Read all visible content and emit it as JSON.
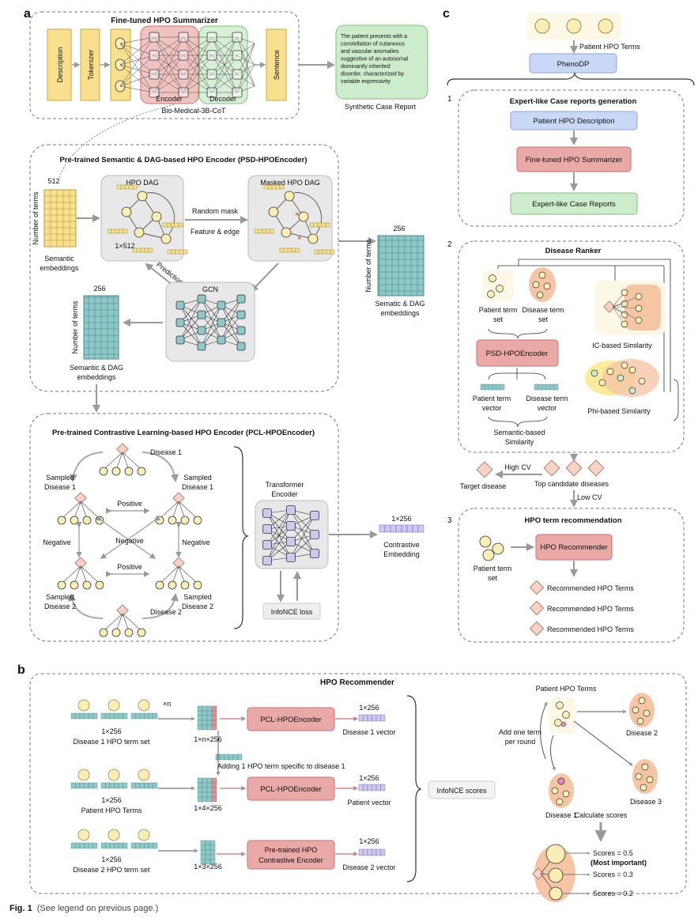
{
  "panels": {
    "a": "a",
    "b": "b",
    "c": "c"
  },
  "summarizer": {
    "title": "Fine-tuned HPO Summarizer",
    "description": "Description",
    "tokenizer": "Tokenizer",
    "encoder": "Encoder",
    "decoder": "Decoder",
    "sentence": "Sentence",
    "model": "Bio-Medical-3B-CoT",
    "synthetic_lines": [
      "The patient presents with a",
      "constellation of cutaneous",
      "and vascular anomalies",
      "suggestive  of an autosomal",
      "dominantly inherited",
      "disorder, characterized by",
      "variable expressivity"
    ],
    "synthetic_caption": "Synthetic Case Report"
  },
  "psd": {
    "title": "Pre-trained Semantic & DAG-based HPO Encoder (PSD-HPOEncoder)",
    "dim512": "512",
    "number_terms": "Number of terms",
    "semantic_emb_1": "Semantic",
    "semantic_emb_2": "embeddings",
    "hpo_dag": "HPO DAG",
    "size_1x512": "1×512",
    "masked_dag": "Masked HPO DAG",
    "random_mask": "Random mask",
    "feature_edge": "Feature & edge",
    "prediction": "Prediction",
    "gcn": "GCN",
    "dim256": "256",
    "sd_emb_1": "Semantic & DAG",
    "sd_emb_2": "embeddings",
    "sd_emb_right_1": "Sematic & DAG",
    "sd_emb_right_2": "embeddings"
  },
  "pcl": {
    "title": "Pre-trained Contrastive Learning-based HPO Encoder (PCL-HPOEncoder)",
    "disease1": "Disease 1",
    "disease2": "Disease 2",
    "sampled": "Sampled",
    "sampled_d1": "Disease 1",
    "sampled_d2": "Disease 2",
    "positive": "Positive",
    "negative": "Negative",
    "transformer_1": "Transformer",
    "transformer_2": "Encoder",
    "infonce": "InfoNCE loss",
    "size": "1×256",
    "contrastive_1": "Contrastive",
    "contrastive_2": "Embedding"
  },
  "phenodp": {
    "patient_terms": "Patient HPO Terms",
    "name": "PhenoDP",
    "step1_num": "1",
    "step1_title": "Expert-like Case reports generation",
    "patient_desc": "Patient HPO Description",
    "summarizer": "Fine-tuned HPO Summarizer",
    "expert_reports": "Expert-like Case Reports",
    "step2_num": "2",
    "step2_title": "Disease Ranker",
    "patient_term_set_1": "Patient term",
    "patient_term_set_2": "set",
    "disease_term_set_1": "Disease term",
    "disease_term_set_2": "set",
    "psd_encoder": "PSD-HPOEncoder",
    "patient_vec_1": "Patient term",
    "patient_vec_2": "vector",
    "disease_vec_1": "Disease term",
    "disease_vec_2": "vector",
    "semantic_sim_1": "Semantic-based",
    "semantic_sim_2": "Similarity",
    "ic_sim": "IC-based Similarity",
    "phi_sim": "Phi-based Similarity",
    "high_cv": "High CV",
    "target_disease": "Target disease",
    "top_candidates": "Top candidate diseases",
    "low_cv": "Low CV",
    "step3_num": "3",
    "step3_title": "HPO term recommendation",
    "hpo_recommender": "HPO Recommender",
    "patient_term_set_3": "Patient term",
    "patient_term_set_4": "set",
    "recommended": [
      "Recommended HPO Terms",
      "Recommended HPO Terms",
      "Recommended HPO Terms"
    ]
  },
  "recommender": {
    "title": "HPO Recommender",
    "xn": "×n",
    "size_1x256": "1×256",
    "disease1_set": "Disease 1 HPO term set",
    "patient_terms": "Patient HPO Terms",
    "disease2_set": "Disease 2 HPO term set",
    "d1_matrix": "1×n×256",
    "p_matrix": "1×4×256",
    "d2_matrix": "1×3×256",
    "adding": "Adding 1 HPO term specific to disease 1",
    "pcl_encoder": "PCL-HPOEncoder",
    "pretrained_1": "Pre-trained HPO",
    "pretrained_2": "Contrastive Encoder",
    "d1_vector": "Disease 1 vector",
    "p_vector": "Patient vector",
    "d2_vector": "Disease 2 vector",
    "infonce_scores": "InfoNCE scores",
    "right_patient_terms": "Patient HPO Terms",
    "add_one_1": "Add one term",
    "add_one_2": "per round",
    "disease_1": "Disease 1",
    "disease_2": "Disease 2",
    "disease_3": "Disease 3",
    "calculate": "Calculate scores",
    "score_1": "Scores = 0.5",
    "most_important": "(Most important)",
    "score_2": "Scores = 0.3",
    "score_3": "Scores = 0.2"
  },
  "caption": {
    "label": "Fig. 1",
    "text": "(See legend on previous page.)"
  },
  "colors": {
    "yellow": "#f8e08e",
    "red": "#e9a9a7",
    "green": "#cdeccb",
    "blue": "#c9d8f7",
    "teal": "#8fc8c9",
    "purple": "#cfc8f1",
    "node": "#fbeeb4",
    "diamond": "#f6d3c5",
    "orange_halo": "#f6c5a6"
  }
}
